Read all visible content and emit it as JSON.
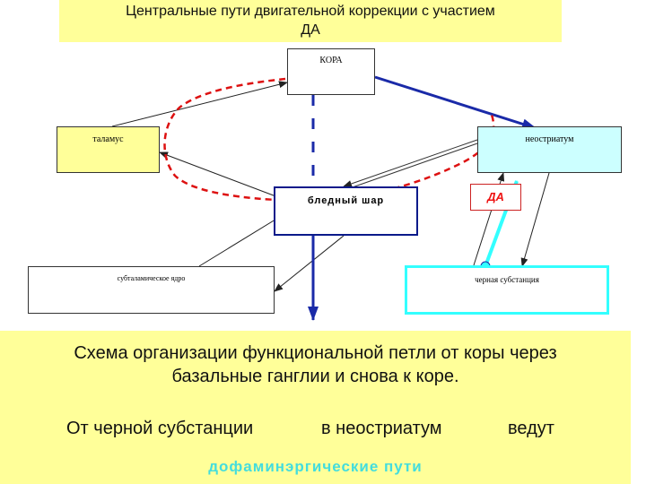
{
  "header": {
    "title_line1": "Центральные пути двигательной коррекции с участием",
    "title_line2": "ДА"
  },
  "nodes": {
    "kora": "КОРА",
    "talamus": "таламус",
    "neostriatum": "неостриатум",
    "bledny_shar": "бледный шар",
    "subtalamic": "субталамическое ядро",
    "chernaya": "черная субстанция",
    "da_badge": "ДА"
  },
  "caption": {
    "line1": "Схема организации функциональной петли от коры через",
    "line2": "базальные ганглии и снова к коре.",
    "part1": "От черной субстанции",
    "part2": "в неостриатум",
    "part3": "ведут",
    "highlight": "дофаминэргические пути"
  },
  "colors": {
    "yellow_panel": "#ffff99",
    "cyan": "#33ffff",
    "blue_arrow": "#1a2aa8",
    "red_dashed": "#dd1111"
  }
}
